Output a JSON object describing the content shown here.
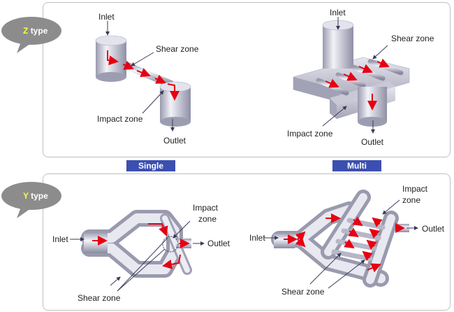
{
  "z_section": {
    "tag_letter": "Z",
    "tag_word": "type",
    "single": {
      "inlet": "Inlet",
      "shear_zone": "Shear zone",
      "impact_zone": "Impact zone",
      "outlet": "Outlet"
    },
    "multi": {
      "inlet": "Inlet",
      "shear_zone": "Shear zone",
      "impact_zone": "Impact zone",
      "outlet": "Outlet"
    }
  },
  "badges": {
    "single": "Single",
    "multi": "Multi"
  },
  "y_section": {
    "tag_letter": "Y",
    "tag_word": "type",
    "single": {
      "inlet": "Inlet",
      "impact_zone_line1": "Impact",
      "impact_zone_line2": "zone",
      "outlet": "Outlet",
      "shear_zone": "Shear zone"
    },
    "multi": {
      "inlet": "Inlet",
      "impact_zone_line1": "Impact",
      "impact_zone_line2": "zone",
      "outlet": "Outlet",
      "shear_zone": "Shear zone"
    }
  },
  "colors": {
    "arrow": "#e60012",
    "badge": "#3b4fb0",
    "bubble": "#8c8c8c",
    "accent_letter": "#ffff33",
    "pipe": "#d6d6e2"
  }
}
